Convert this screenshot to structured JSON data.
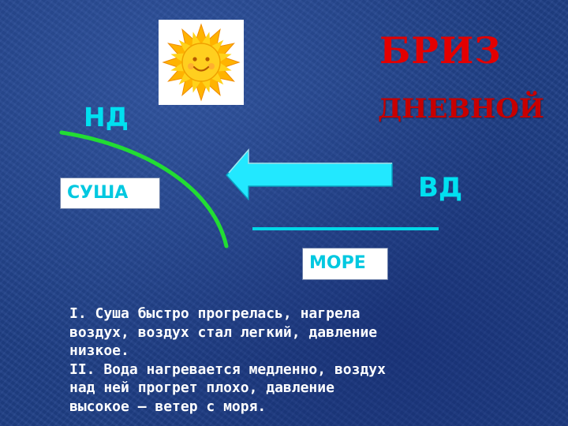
{
  "title": "БРИЗ",
  "subtitle": "ДНЕВНОЙ",
  "label_low_pressure": "НД",
  "label_high_pressure": "ВД",
  "land_label": "СУША",
  "sea_label": "МОРЕ",
  "description_lines": [
    "I. Суша быстро прогрелась, нагрела",
    "воздух,  воздух стал легкий, давление",
    "низкое.",
    "II. Вода нагревается медленно, воздух",
    "над ней прогрет плохо, давление",
    "высокое – ветер с моря."
  ],
  "colors": {
    "background": "#1f3f86",
    "title": "#e30000",
    "pressure_labels": "#00e0f0",
    "box_text": "#00c8e0",
    "land_curve": "#22dd33",
    "sea_line": "#00d8e8",
    "arrow_fill": "#22e8ff",
    "description_text": "#ffffff"
  },
  "icons": {
    "sun": "sun-icon",
    "wind_arrow": "arrow-left-icon"
  }
}
